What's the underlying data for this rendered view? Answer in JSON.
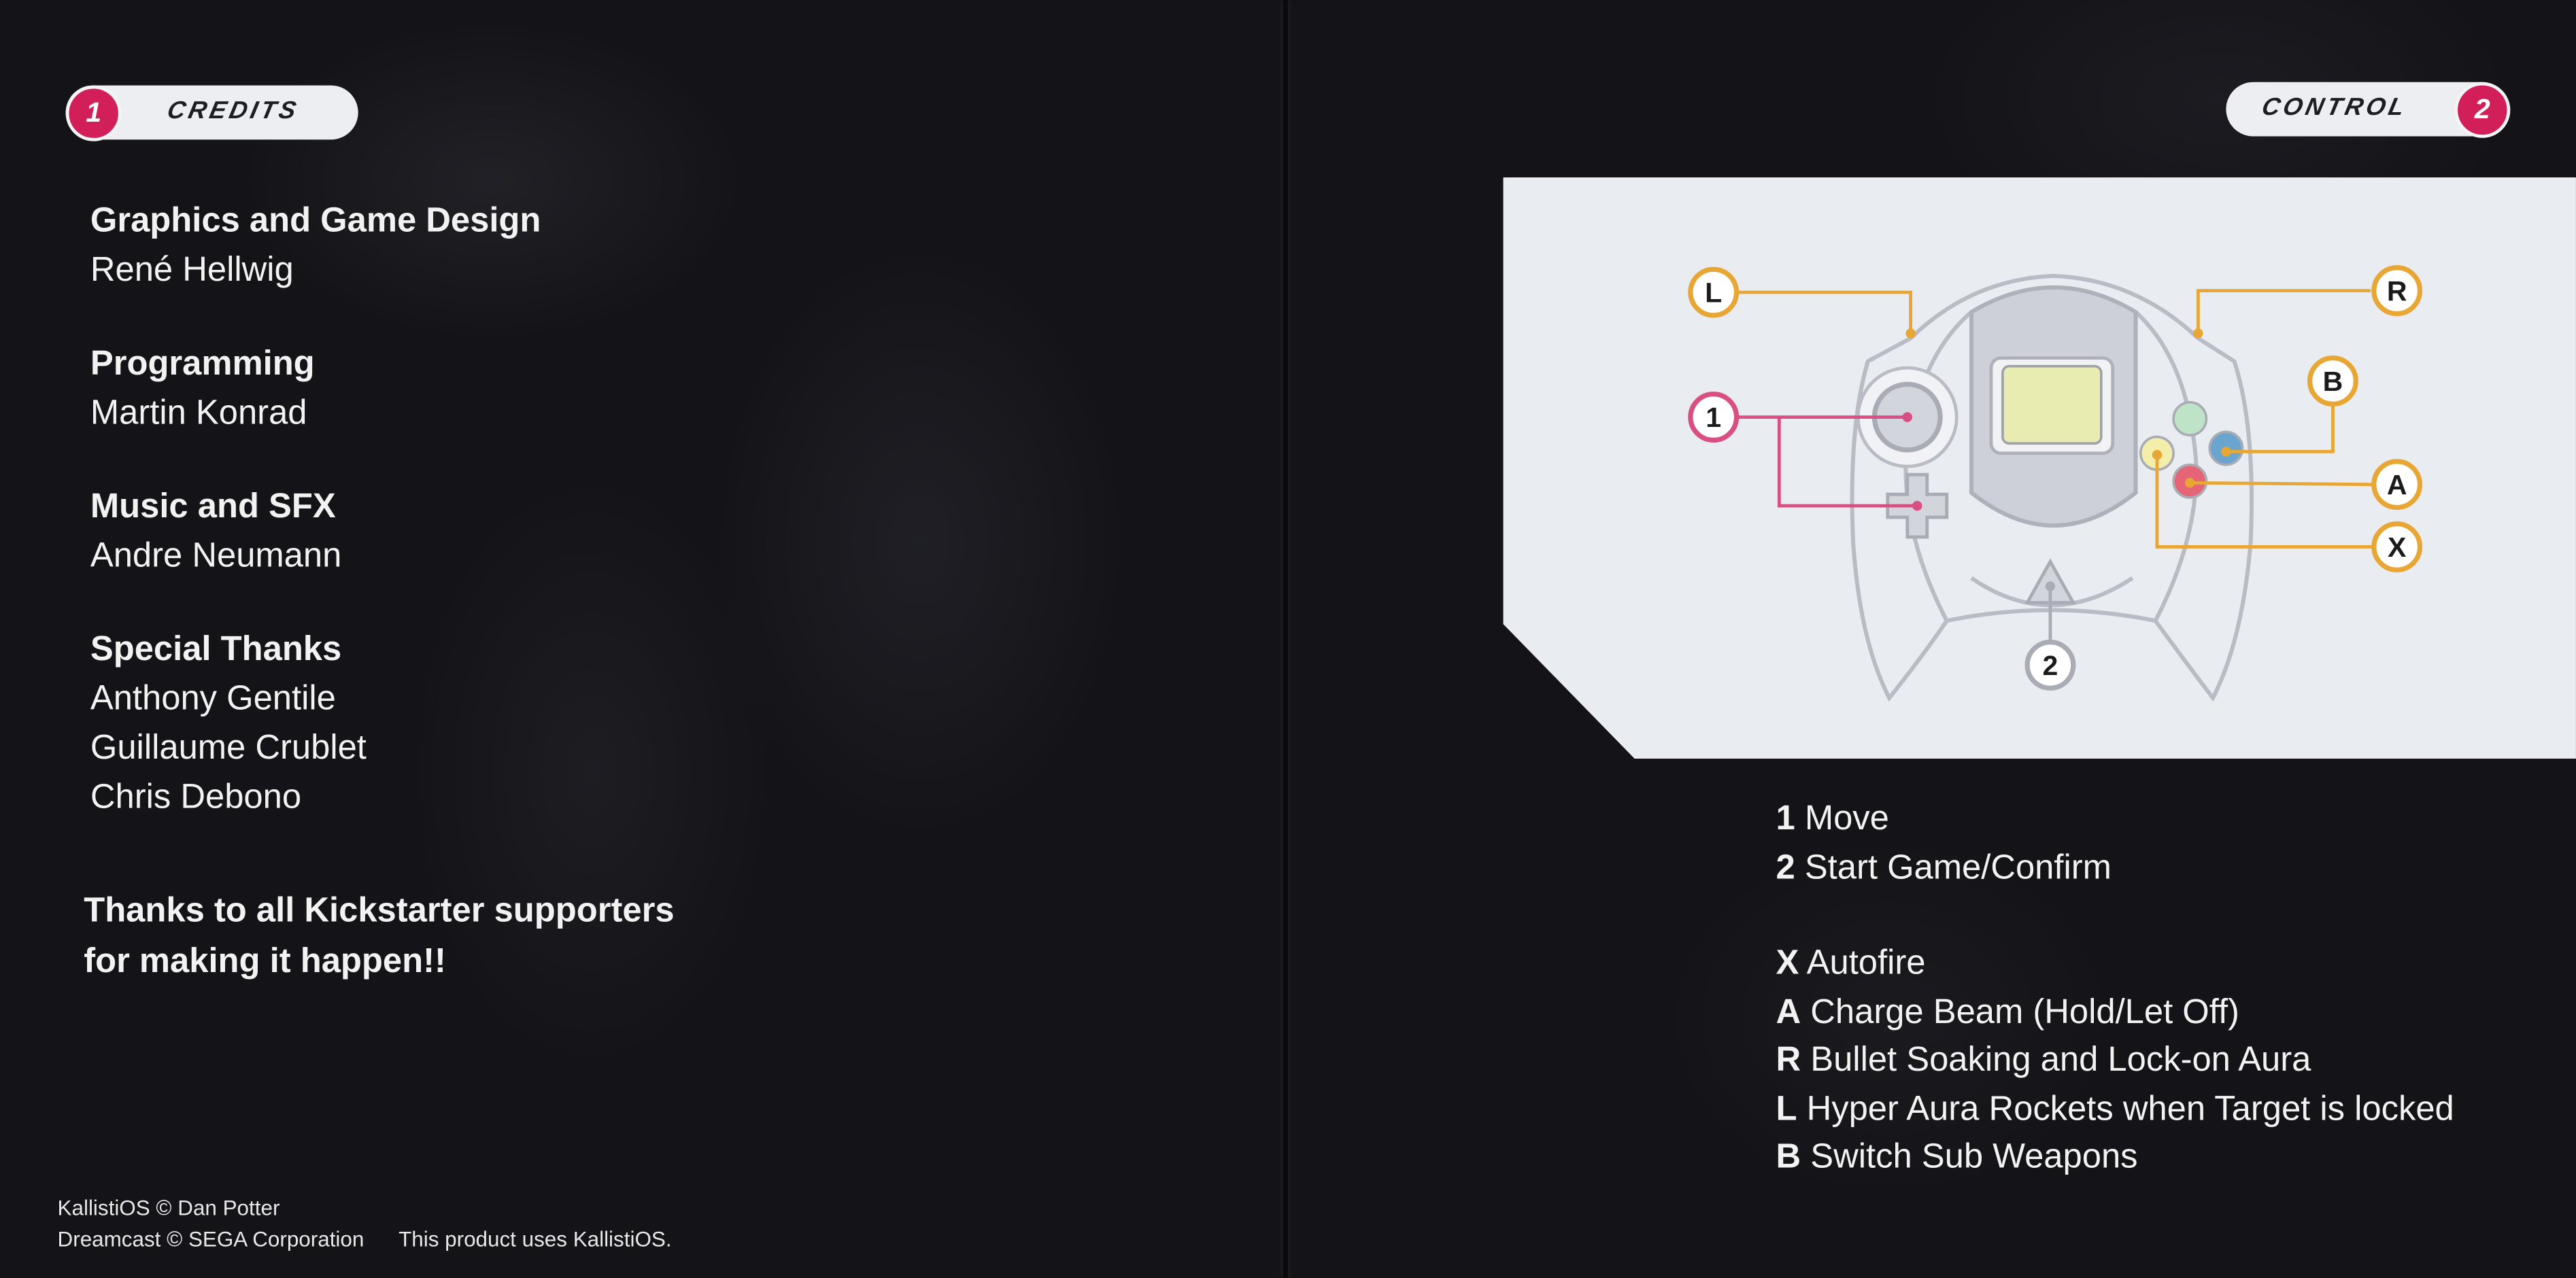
{
  "left_page": {
    "badge": {
      "number": "1",
      "label": "CREDITS"
    },
    "credits": [
      {
        "role": "Graphics and Game Design",
        "names": [
          "René Hellwig"
        ]
      },
      {
        "role": "Programming",
        "names": [
          "Martin Konrad"
        ]
      },
      {
        "role": "Music and SFX",
        "names": [
          "Andre Neumann"
        ]
      },
      {
        "role": "Special Thanks",
        "names": [
          "Anthony Gentile",
          "Guillaume Crublet",
          "Chris Debono"
        ]
      }
    ],
    "thanks": [
      "Thanks to all Kickstarter supporters",
      "for making it happen!!"
    ],
    "footer": {
      "line1": "KallistiOS © Dan Potter",
      "line2": "Dreamcast © SEGA Corporation",
      "line3": "This product uses KallistiOS."
    }
  },
  "right_page": {
    "badge": {
      "number": "2",
      "label": "CONTROL"
    },
    "diagram_labels": {
      "l": "L",
      "r": "R",
      "b": "B",
      "a": "A",
      "x": "X",
      "one": "1",
      "two": "2"
    },
    "controls_group1": [
      {
        "key": "1",
        "action": "Move"
      },
      {
        "key": "2",
        "action": "Start Game/Confirm"
      }
    ],
    "controls_group2": [
      {
        "key": "X",
        "action": "Autofire"
      },
      {
        "key": "A",
        "action": "Charge Beam (Hold/Let Off)"
      },
      {
        "key": "R",
        "action": "Bullet Soaking and Lock-on Aura"
      },
      {
        "key": "L",
        "action": "Hyper Aura Rockets when Target is locked"
      },
      {
        "key": "B",
        "action": "Switch Sub Weapons"
      }
    ]
  },
  "colors": {
    "accent_pink": "#d21f5a",
    "callout_orange": "#e8a634",
    "panel": "#e9edf1",
    "background": "#141418"
  }
}
